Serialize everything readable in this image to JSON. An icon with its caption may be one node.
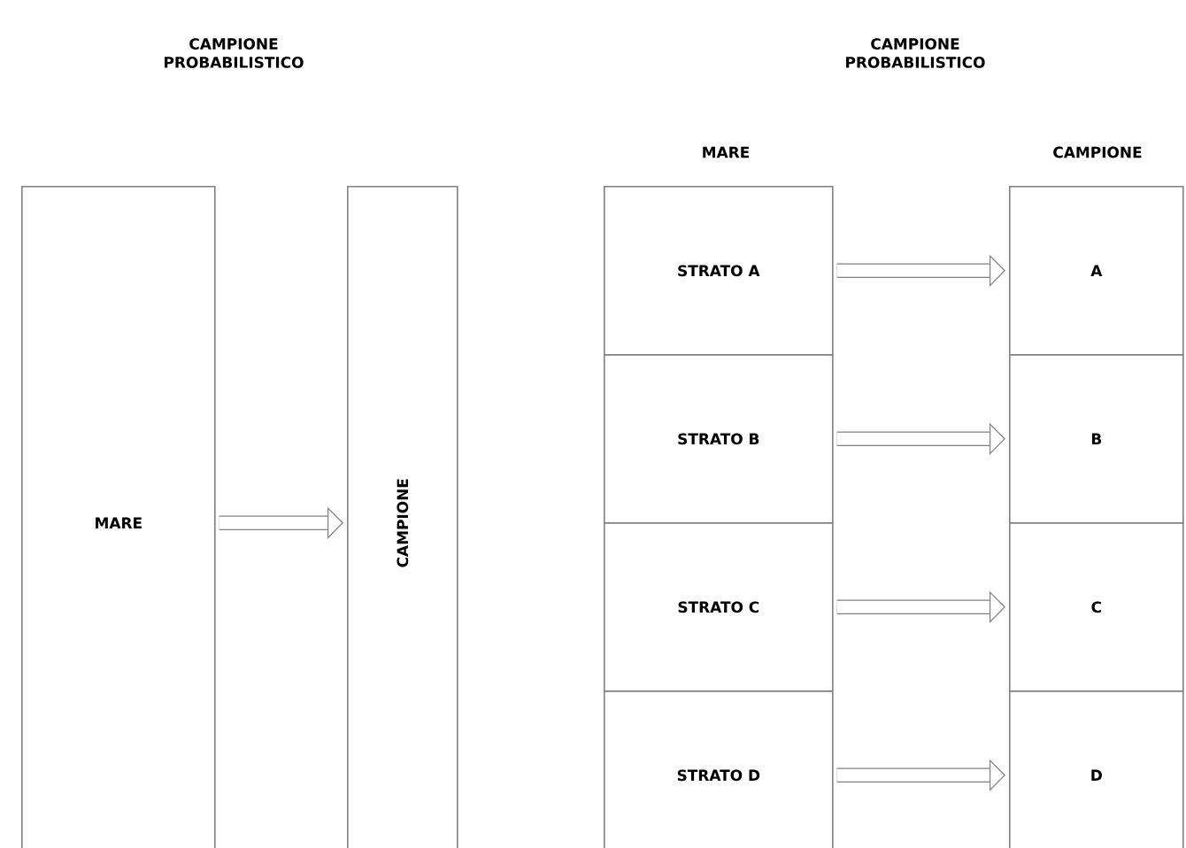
{
  "diagram": {
    "nodes": [
      {
        "text": [
          "MARE"
        ]
      },
      {
        "text": [
          "CAMPIONE"
        ]
      },
      {
        "text": [
          "STRATO A"
        ]
      },
      {
        "text": [
          "STRATO B"
        ]
      },
      {
        "text": [
          "STRATO C"
        ]
      },
      {
        "text": [
          "STRATO D"
        ]
      },
      {
        "text": [
          "A"
        ]
      },
      {
        "text": [
          "B"
        ]
      },
      {
        "text": [
          "C"
        ]
      },
      {
        "text": [
          "D"
        ]
      }
    ],
    "edges": [
      {
        "from": 0,
        "to": 1,
        "arrow": "to"
      },
      {
        "from": 2,
        "to": 6,
        "arrow": "to"
      },
      {
        "from": 3,
        "to": 7,
        "arrow": "to"
      },
      {
        "from": 4,
        "to": 8,
        "arrow": "to"
      },
      {
        "from": 5,
        "to": 9,
        "arrow": "to"
      }
    ],
    "labels": [
      "CAMPIONE PROBABILISTICO",
      "CAMPIONE PROBABILISTICO",
      "MARE",
      "CAMPIONE"
    ]
  }
}
